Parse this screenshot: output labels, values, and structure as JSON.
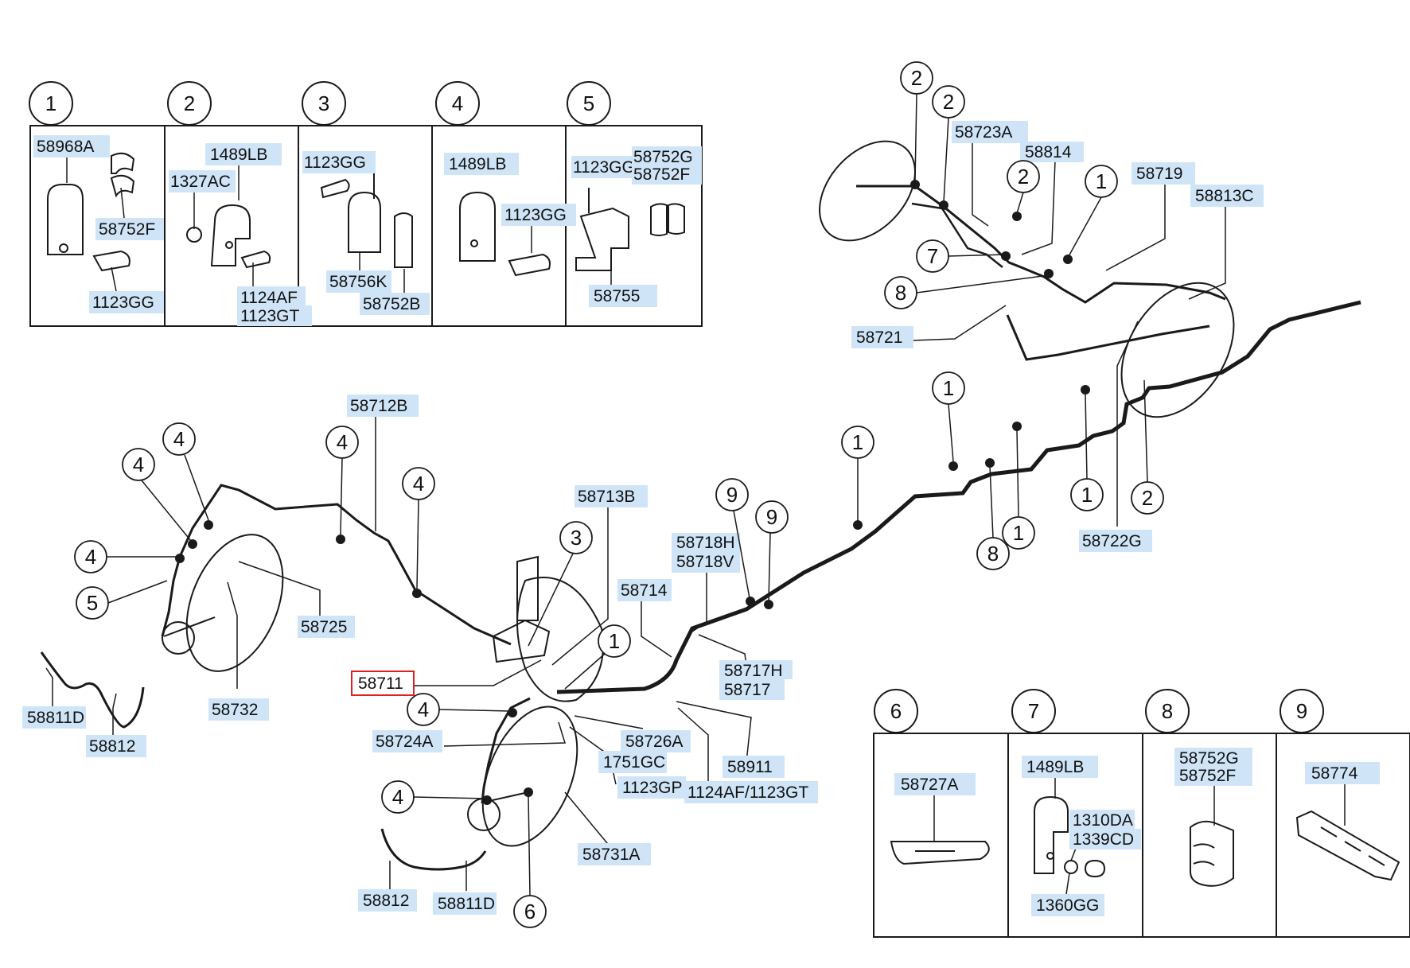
{
  "panel_numbers": [
    "1",
    "2",
    "3",
    "4",
    "5",
    "6",
    "7",
    "8",
    "9"
  ],
  "panels": {
    "p1": {
      "labels": [
        "58968A",
        "58752F",
        "1123GG"
      ]
    },
    "p2": {
      "labels": [
        "1489LB",
        "1327AC",
        "1124AF",
        "1123GT"
      ]
    },
    "p3": {
      "labels": [
        "1123GG",
        "58756K",
        "58752B"
      ]
    },
    "p4": {
      "labels": [
        "1489LB",
        "1123GG"
      ]
    },
    "p5": {
      "labels": [
        "1123GG",
        "58752G",
        "58752F",
        "58755"
      ]
    },
    "p6": {
      "labels": [
        "58727A"
      ]
    },
    "p7": {
      "labels": [
        "1489LB",
        "1310DA",
        "1339CD",
        "1360GG"
      ]
    },
    "p8": {
      "labels": [
        "58752G",
        "58752F"
      ]
    },
    "p9": {
      "labels": [
        "58774"
      ]
    }
  },
  "main_labels": {
    "l58712B": "58712B",
    "l58713B": "58713B",
    "l58718H": "58718H",
    "l58718V": "58718V",
    "l58714": "58714",
    "l58717H": "58717H",
    "l58717": "58717",
    "l58725": "58725",
    "l58732": "58732",
    "l58811D_left": "58811D",
    "l58812_left": "58812",
    "l58711": "58711",
    "l58724A": "58724A",
    "l58726A": "58726A",
    "l1751GC": "1751GC",
    "l1123GP": "1123GP",
    "l58731A": "58731A",
    "l58911": "58911",
    "l1124AF_1123GT": "1124AF/1123GT",
    "l58812_bottom": "58812",
    "l58811D_bottom": "58811D",
    "l58723A": "58723A",
    "l58814": "58814",
    "l58719": "58719",
    "l58813C": "58813C",
    "l58721": "58721",
    "l58722G": "58722G"
  },
  "callouts": {
    "c_left_4a": "4",
    "c_left_4b": "4",
    "c_left_4c": "4",
    "c_left_5": "5",
    "c_top_4a": "4",
    "c_top_4b": "4",
    "c_3": "3",
    "c_1_center": "1",
    "c_4_center": "4",
    "c_4_lower": "4",
    "c_6": "6",
    "c_9a": "9",
    "c_9b": "9",
    "c_1_mid": "1",
    "c_1_mid2": "1",
    "c_1_mid3": "1",
    "c_1_mid4": "1",
    "c_8_mid": "8",
    "c_2_mid": "2",
    "c_rt_2a": "2",
    "c_rt_2b": "2",
    "c_rt_2c": "2",
    "c_rt_1": "1",
    "c_rt_7": "7",
    "c_rt_8": "8"
  },
  "highlighted_label": "58711",
  "colors": {
    "label_bg": "#cfe5f7",
    "highlight_border": "#e02020",
    "ink": "#1a1a1a"
  }
}
